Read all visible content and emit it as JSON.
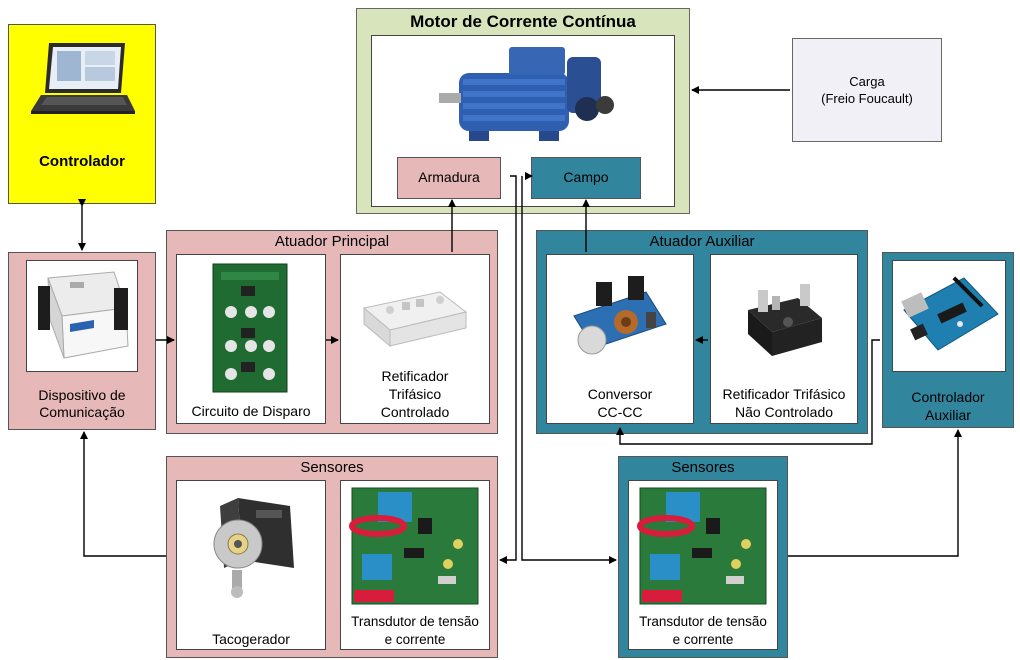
{
  "motor": {
    "title": "Motor de Corrente Contínua",
    "armature": "Armadura",
    "field": "Campo"
  },
  "controller": {
    "label": "Controlador"
  },
  "load": {
    "line1": "Carga",
    "line2": "(Freio Foucault)"
  },
  "comm_device": {
    "line1": "Dispositivo de",
    "line2": "Comunicação"
  },
  "main_actuator": {
    "title": "Atuador Principal",
    "firing_circuit": "Circuito de Disparo",
    "rectifier_line1": "Retificador",
    "rectifier_line2": "Trifásico",
    "rectifier_line3": "Controlado"
  },
  "aux_actuator": {
    "title": "Atuador Auxiliar",
    "converter_line1": "Conversor",
    "converter_line2": "CC-CC",
    "rectifier_line1": "Retificador Trifásico",
    "rectifier_line2": "Não Controlado"
  },
  "aux_controller": {
    "line1": "Controlador",
    "line2": "Auxiliar"
  },
  "sensors_main": {
    "title": "Sensores",
    "tacho": "Tacogerador",
    "transducer_line1": "Transdutor de tensão",
    "transducer_line2": "e corrente"
  },
  "sensors_aux": {
    "title": "Sensores",
    "transducer_line1": "Transdutor de tensão",
    "transducer_line2": "e corrente"
  },
  "colors": {
    "pink": "#e6b9b8",
    "teal": "#31859c",
    "yellow": "#ffff00",
    "green": "#d8e4bc",
    "lavender": "#f2f0f7"
  }
}
